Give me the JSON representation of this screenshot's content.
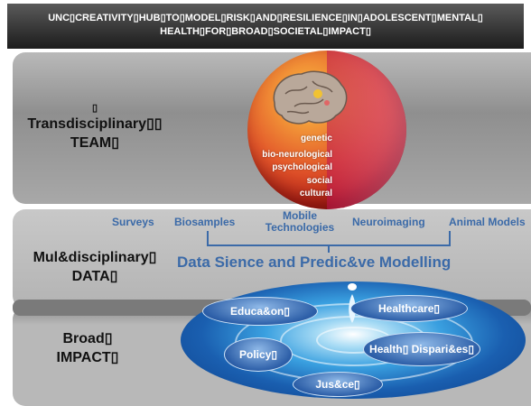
{
  "header": {
    "line1": "UNC▯CREATIVITY▯HUB▯TO▯MODEL▯RISK▯AND▯RESILIENCE▯IN▯ADOLESCENT▯MENTAL▯",
    "line2": "HEALTH▯FOR▯BROAD▯SOCIETAL▯IMPACT▯"
  },
  "team": {
    "lines": [
      "▯",
      "Transdisciplinary▯▯",
      "TEAM▯"
    ],
    "sphere_labels": [
      "genetic",
      "bio-neurological",
      "psychological",
      "social",
      "cultural"
    ]
  },
  "data": {
    "lines": [
      "Mul&disciplinary▯",
      "DATA▯"
    ],
    "sources": [
      "Surveys",
      "Biosamples",
      "Mobile Technologies",
      "Neuroimaging",
      "Animal Models"
    ],
    "title": "Data Sience and Predic&ve Modelling"
  },
  "impact": {
    "lines": [
      "Broad▯",
      "IMPACT▯"
    ],
    "areas": [
      "Educa&on▯",
      "Healthcare▯",
      "Policy▯",
      "Health▯ Dispari&es▯",
      "Jus&ce▯"
    ]
  },
  "colors": {
    "accent_blue": "#3b6aa8",
    "header_bg": "#2a2a2a"
  }
}
